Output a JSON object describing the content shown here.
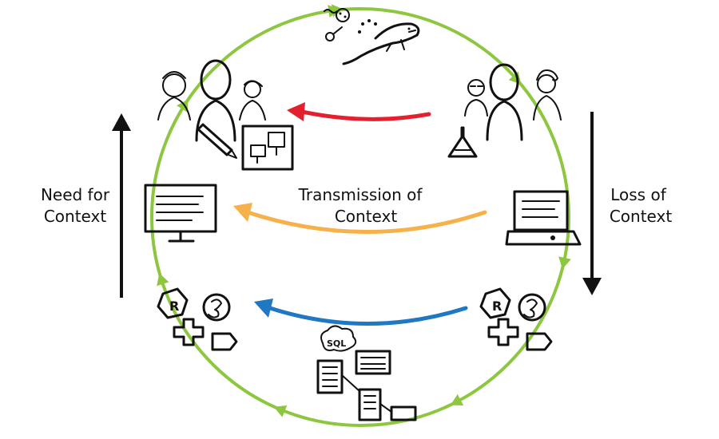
{
  "labels": {
    "left_1": "Need for",
    "left_2": "Context",
    "right_1": "Loss of",
    "right_2": "Context",
    "center_1": "Transmission of",
    "center_2": "Context",
    "sql": "SQL",
    "r_badge": "R"
  },
  "colors": {
    "cycle": "#8dc63f",
    "red_arrow": "#e5202e",
    "orange_arrow": "#f7b14a",
    "blue_arrow": "#1f78c1",
    "black_arrow": "#111111"
  },
  "icons": [
    "lab-animals-icon",
    "researchers-with-flask-icon",
    "laptop-icon",
    "code-packages-icon",
    "data-files-icon",
    "computer-monitor-icon",
    "researchers-designing-icon"
  ]
}
